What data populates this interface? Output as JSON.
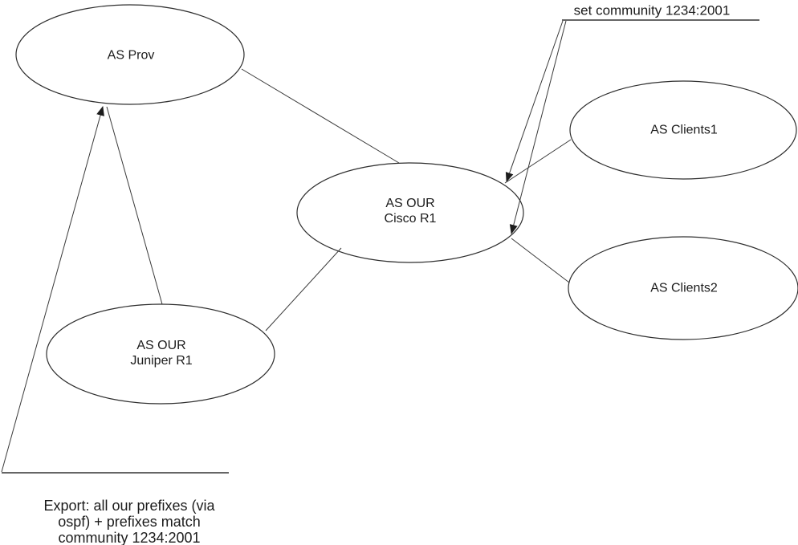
{
  "diagram": {
    "background": "#ffffff",
    "colors": {
      "shape_stroke": "#2e2e2e",
      "connector_stroke": "#3a3a3a",
      "callout_line": "#666666",
      "arrow_fill": "#1c1c1c",
      "text": "#1c1c1c"
    },
    "nodes": {
      "prov": {
        "label": "AS Prov"
      },
      "clients1": {
        "label": "AS Clients1"
      },
      "cisco": {
        "line1": "AS OUR",
        "line2": "Cisco R1"
      },
      "clients2": {
        "label": "AS Clients2"
      },
      "juniper": {
        "line1": "AS OUR",
        "line2": "Juniper R1"
      }
    },
    "annotations": {
      "set_community": {
        "text": "set community 1234:2001"
      },
      "export_note": {
        "line1": "Export: all our prefixes (via",
        "line2": "ospf) + prefixes match",
        "line3": "community 1234:2001"
      }
    },
    "edges": [
      {
        "from": "AS Prov",
        "to": "AS OUR Cisco R1",
        "arrow": "none"
      },
      {
        "from": "AS OUR Cisco R1",
        "to": "AS OUR Juniper R1",
        "arrow": "none"
      },
      {
        "from": "AS OUR Cisco R1",
        "to": "AS Clients1",
        "arrow": "none"
      },
      {
        "from": "AS OUR Cisco R1",
        "to": "AS Clients2",
        "arrow": "none"
      },
      {
        "from": "AS OUR Juniper R1",
        "to": "AS Prov",
        "arrow": "to"
      },
      {
        "from": "export note",
        "to": "AS Prov",
        "arrow": "to"
      },
      {
        "from": "set community 1234:2001",
        "to": "AS OUR Cisco R1 (Clients1 session)",
        "arrow": "to"
      },
      {
        "from": "set community 1234:2001",
        "to": "AS OUR Cisco R1 (Clients2 session)",
        "arrow": "to"
      }
    ]
  }
}
